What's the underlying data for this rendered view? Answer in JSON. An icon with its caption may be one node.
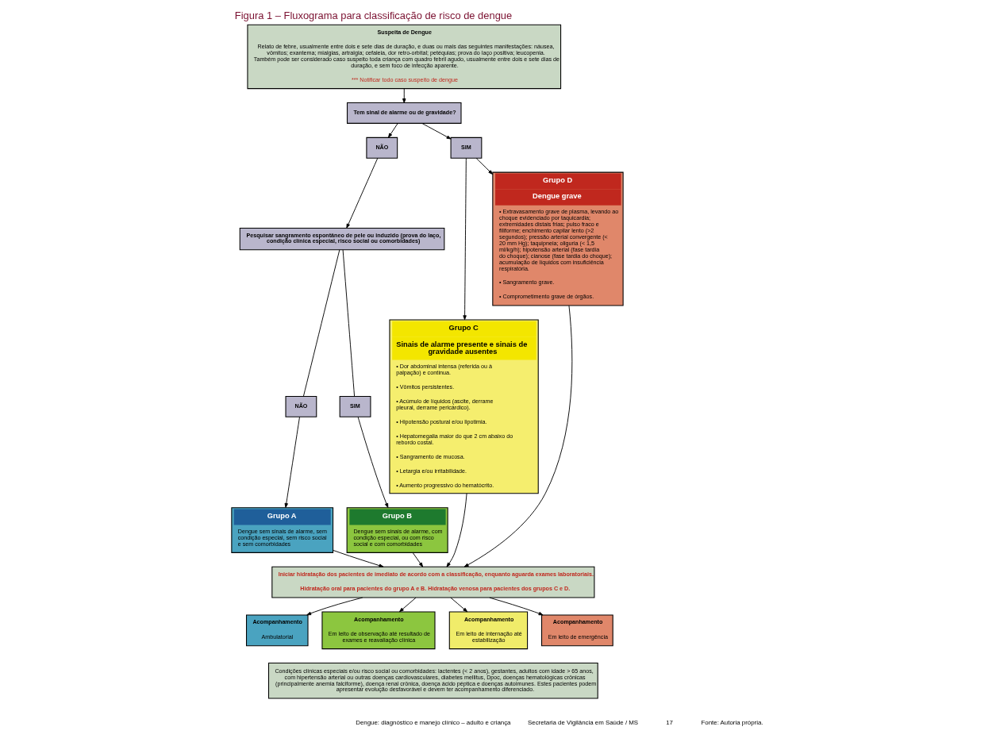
{
  "diagram": {
    "title": "Figura 1 – Fluxograma para classificação de risco de dengue",
    "nodes": [
      {
        "text": [
          "Suspeita de Dengue",
          "Relato de febre, usualmente entre dois e sete dias de duração, e duas ou mais das seguintes manifestações: náusea, vômitos; exantema; mialgias, artralgia; cefaleia, dor retro-orbital; petéquias; prova do laço positiva; leucopenia. Também pode ser considerado caso suspeito toda criança com quadro febril agudo, usualmente entre dois e sete dias de duração, e sem foco de infecção aparente.",
          "*** Notificar todo caso suspeito de dengue"
        ]
      },
      {
        "text": [
          "Tem sinal de alarme ou de gravidade?"
        ]
      },
      {
        "text": [
          "NÃO"
        ]
      },
      {
        "text": [
          "SIM"
        ]
      },
      {
        "text": [
          "Pesquisar sangramento espontâneo de pele ou induzido (prova do laço, condição clínica especial, risco social ou comorbidades)"
        ]
      },
      {
        "text": [
          "NÃO"
        ]
      },
      {
        "text": [
          "SIM"
        ]
      },
      {
        "text": [
          "Grupo A",
          "Dengue sem sinais de alarme, sem condição especial, sem risco social e sem comorbidades"
        ]
      },
      {
        "text": [
          "Grupo B",
          "Dengue sem sinais de alarme, com condição especial, ou com risco social e com comorbidades"
        ]
      },
      {
        "text": [
          "Grupo C",
          "Sinais de alarme presente e sinais de gravidade ausentes",
          "• Dor abdominal intensa (referida ou à palpação) e contínua.",
          "• Vômitos persistentes.",
          "• Acúmulo de líquidos (ascite, derrame pleural, derrame pericárdico).",
          "• Hipotensão postural e/ou lipotimia.",
          "• Hepatomegalia maior do que 2 cm abaixo do rebordo costal.",
          "• Sangramento de mucosa.",
          "• Letargia e/ou irritabilidade.",
          "• Aumento progressivo do hematócrito."
        ]
      },
      {
        "text": [
          "Grupo D",
          "Dengue grave",
          "• Extravasamento grave de plasma, levando ao choque evidenciado por taquicardia; extremidades distais frias; pulso fraco e filiforme; enchimento capilar lento (>2 segundos); pressão arterial convergente (< 20 mm Hg); taquipneia; oliguria (< 1,5 ml/kg/h); hipotensão arterial (fase tardia do choque); cianose (fase tardia do choque); acumulação de líquidos com insuficiência respiratória.",
          "• Sangramento grave.",
          "• Comprometimento grave de órgãos."
        ]
      },
      {
        "text": [
          "Iniciar hidratação dos pacientes de imediato de acordo com a classificação, enquanto aguarda exames laboratoriais.",
          "Hidratação oral para pacientes do grupo A e B. Hidratação venosa para pacientes dos grupos C e D."
        ]
      },
      {
        "text": [
          "Acompanhamento",
          "Ambulatorial"
        ]
      },
      {
        "text": [
          "Acompanhamento",
          "Em leito de observação até resultado de exames e reavaliação clínica"
        ]
      },
      {
        "text": [
          "Acompanhamento",
          "Em leito de internação até estabilização"
        ]
      },
      {
        "text": [
          "Acompanhamento",
          "Em leito de emergência"
        ]
      },
      {
        "text": [
          "Condições clínicas especiais e/ou risco social ou comorbidades: lactentes (< 2 anos), gestantes, adultos com idade > 65 anos, com hipertensão arterial ou outras doenças cardiovasculares, diabetes mellitus, Dpoc, doenças hematológicas crônicas (principalmente anemia falciforme), doença renal crônica, doença ácido péptica e doenças autoimunes. Estes pacientes podem apresentar evolução desfavorável e devem ter acompanhamento diferenciado."
        ]
      }
    ],
    "edges": [
      {
        "from": 0,
        "to": 1,
        "arrow": "to"
      },
      {
        "from": 1,
        "to": 2,
        "arrow": "to"
      },
      {
        "from": 1,
        "to": 3,
        "arrow": "to"
      },
      {
        "from": 2,
        "to": 4,
        "arrow": "to"
      },
      {
        "from": 3,
        "to": 9,
        "arrow": "to"
      },
      {
        "from": 3,
        "to": 10,
        "arrow": "to"
      },
      {
        "from": 4,
        "to": 5,
        "arrow": "none"
      },
      {
        "from": 4,
        "to": 6,
        "arrow": "none"
      },
      {
        "from": 5,
        "to": 7,
        "arrow": "to"
      },
      {
        "from": 6,
        "to": 8,
        "arrow": "to"
      },
      {
        "from": 7,
        "to": 11,
        "arrow": "to"
      },
      {
        "from": 8,
        "to": 11,
        "arrow": "to"
      },
      {
        "from": 9,
        "to": 11,
        "arrow": "to"
      },
      {
        "from": 10,
        "to": 11,
        "arrow": "to"
      },
      {
        "from": 11,
        "to": 12,
        "arrow": "to"
      },
      {
        "from": 11,
        "to": 13,
        "arrow": "to"
      },
      {
        "from": 11,
        "to": 14,
        "arrow": "to"
      },
      {
        "from": 11,
        "to": 15,
        "arrow": "to"
      }
    ],
    "labels": [
      "Dengue: diagnóstico e manejo clínico – adulto e criança",
      "Secretaria de Vigilância em Saúde / MS",
      "17",
      "Fonte: Autoria própria."
    ]
  }
}
